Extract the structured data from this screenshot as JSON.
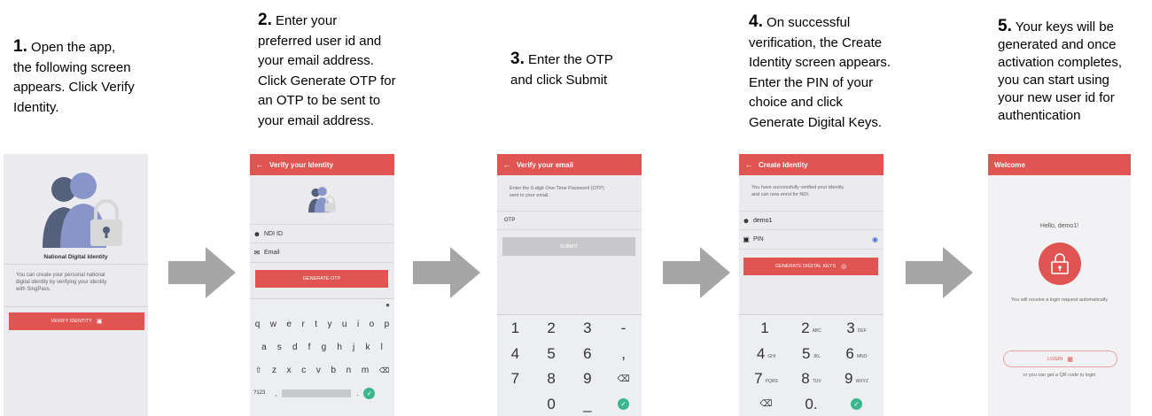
{
  "steps": [
    {
      "num": "1.",
      "lines": [
        "Open the app,",
        "the following screen",
        "appears. Click Verify",
        "Identity."
      ]
    },
    {
      "num": "2.",
      "lines": [
        "Enter your",
        "preferred user id and",
        "your email address.",
        "Click Generate OTP for",
        "an OTP to be sent to",
        "your email address."
      ]
    },
    {
      "num": "3.",
      "lines": [
        "Enter the OTP",
        "and click Submit"
      ]
    },
    {
      "num": "4.",
      "lines": [
        "On successful",
        "verification, the Create",
        "Identity screen appears.",
        "Enter the PIN of your",
        "choice and click",
        "Generate Digital Keys."
      ]
    },
    {
      "num": "5.",
      "lines": [
        "Your keys will be",
        "generated and once",
        "activation completes,",
        "you can start using",
        "your new user id for",
        "authentication"
      ]
    }
  ],
  "screen1": {
    "app_name": "National Digital Identity",
    "description": [
      "You can create your personal national",
      "digital identity by verifying your identity",
      "with SingPass."
    ],
    "button_label": "VERIFY IDENTITY"
  },
  "screen2": {
    "title": "Verify your Identity",
    "ndi_placeholder": "NDI ID",
    "email_placeholder": "Email",
    "button_label": "GENERATE OTP",
    "keyboard_rows": [
      [
        "q",
        "w",
        "e",
        "r",
        "t",
        "y",
        "u",
        "i",
        "o",
        "p"
      ],
      [
        "a",
        "s",
        "d",
        "f",
        "g",
        "h",
        "j",
        "k",
        "l"
      ],
      [
        "z",
        "x",
        "c",
        "v",
        "b",
        "n",
        "m"
      ]
    ],
    "symbols_key": "?123"
  },
  "screen3": {
    "title": "Verify your email",
    "instruction": [
      "Enter the 6-digit One-Time Password (OTP)",
      "sent to your email."
    ],
    "otp_label": "OTP",
    "button_label": "SUBMIT",
    "keys": [
      "1",
      "2",
      "3",
      "-",
      "4",
      "5",
      "6",
      ",",
      "7",
      "8",
      "9",
      "",
      "",
      "0",
      "_",
      ""
    ]
  },
  "screen4": {
    "title": "Create Identity",
    "message": [
      "You have successfully verified your identity",
      "and can now enrol for NDI."
    ],
    "user_id": "demo1",
    "pin_placeholder": "PIN",
    "button_label": "GENERATE DIGITAL KEYS",
    "keys": [
      {
        "d": "1",
        "s": ""
      },
      {
        "d": "2",
        "s": "ABC"
      },
      {
        "d": "3",
        "s": "DEF"
      },
      {
        "d": "4",
        "s": "GHI"
      },
      {
        "d": "5",
        "s": "JKL"
      },
      {
        "d": "6",
        "s": "MNO"
      },
      {
        "d": "7",
        "s": "PQRS"
      },
      {
        "d": "8",
        "s": "TUV"
      },
      {
        "d": "9",
        "s": "WXYZ"
      }
    ],
    "zero_label": "0.",
    "zero_suffix": ""
  },
  "screen5": {
    "title": "Welcome",
    "greeting": "Hello, demo1!",
    "notice": "You will receive a login request automatically",
    "login_label": "LOGIN",
    "qr_text": "or you can get a QR code to login"
  },
  "colors": {
    "accent": "#e05452",
    "screen_bg": "#ebebef",
    "arrow": "#a6a6a6",
    "ok": "#3bb68d"
  }
}
